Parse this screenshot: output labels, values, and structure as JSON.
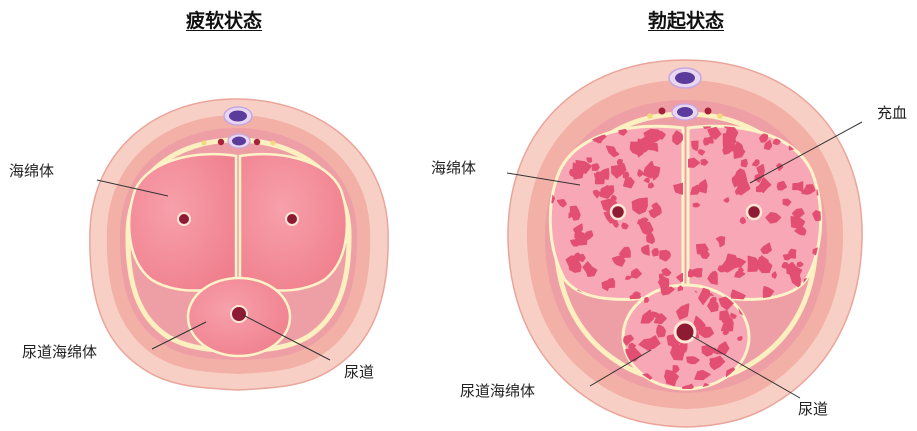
{
  "panels": {
    "flaccid": {
      "title": "疲软状态",
      "labels": {
        "corpus_cavernosum": "海绵体",
        "corpus_spongiosum": "尿道海绵体",
        "urethra": "尿道"
      }
    },
    "erect": {
      "title": "勃起状态",
      "labels": {
        "engorged": "充血",
        "corpus_cavernosum": "海绵体",
        "corpus_spongiosum": "尿道海绵体",
        "urethra": "尿道"
      }
    }
  },
  "colors": {
    "skin_outer": "#f7c9be",
    "skin_inner": "#f2aaa0",
    "fascia": "#fdf3c8",
    "tissue_flaccid": "#f48a97",
    "tissue_erect": "#e24f72",
    "erect_bg": "#f7a7b5",
    "vessel": "#5b3c9c",
    "urethra": "#8f1a33"
  }
}
